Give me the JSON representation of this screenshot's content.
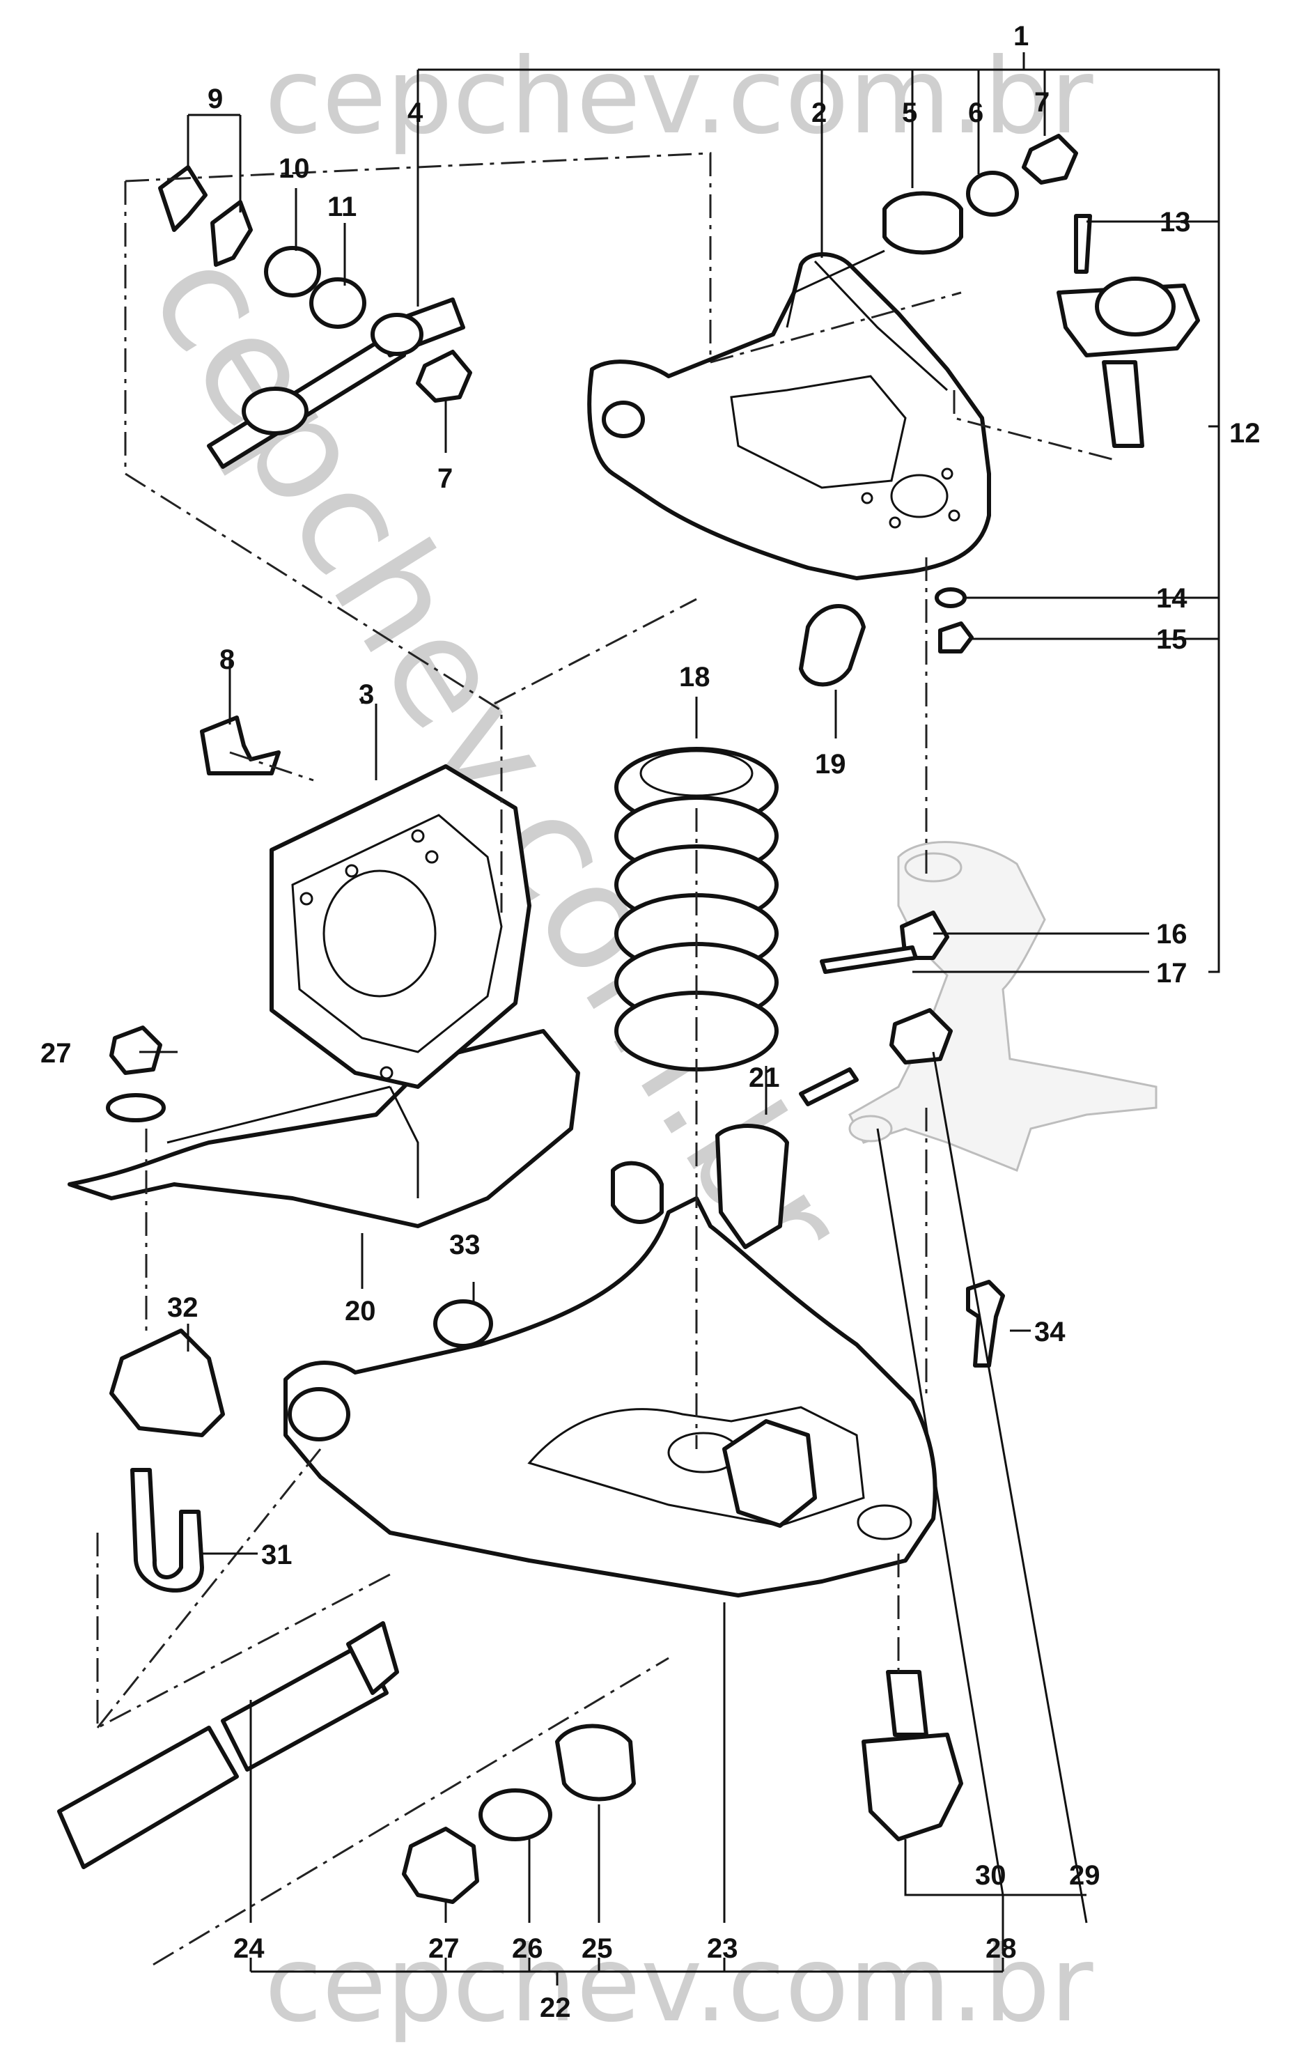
{
  "watermark": {
    "text": "cepchev.com.br",
    "color": "#cfcfcf"
  },
  "callouts": [
    {
      "id": "1",
      "text": "1"
    },
    {
      "id": "2",
      "text": "2"
    },
    {
      "id": "3",
      "text": "3"
    },
    {
      "id": "4",
      "text": "4"
    },
    {
      "id": "5",
      "text": "5"
    },
    {
      "id": "6",
      "text": "6"
    },
    {
      "id": "7a",
      "text": "7"
    },
    {
      "id": "7b",
      "text": "7"
    },
    {
      "id": "8",
      "text": "8"
    },
    {
      "id": "9",
      "text": "9"
    },
    {
      "id": "10",
      "text": "10"
    },
    {
      "id": "11",
      "text": "11"
    },
    {
      "id": "12",
      "text": "12"
    },
    {
      "id": "13",
      "text": "13"
    },
    {
      "id": "14",
      "text": "14"
    },
    {
      "id": "15",
      "text": "15"
    },
    {
      "id": "16",
      "text": "16"
    },
    {
      "id": "17",
      "text": "17"
    },
    {
      "id": "18",
      "text": "18"
    },
    {
      "id": "19",
      "text": "19"
    },
    {
      "id": "20",
      "text": "20"
    },
    {
      "id": "21",
      "text": "21"
    },
    {
      "id": "22",
      "text": "22"
    },
    {
      "id": "23",
      "text": "23"
    },
    {
      "id": "24",
      "text": "24"
    },
    {
      "id": "25",
      "text": "25"
    },
    {
      "id": "26",
      "text": "26"
    },
    {
      "id": "27a",
      "text": "27"
    },
    {
      "id": "27b",
      "text": "27"
    },
    {
      "id": "28",
      "text": "28"
    },
    {
      "id": "29",
      "text": "29"
    },
    {
      "id": "30",
      "text": "30"
    },
    {
      "id": "31",
      "text": "31"
    },
    {
      "id": "32",
      "text": "32"
    },
    {
      "id": "33",
      "text": "33"
    },
    {
      "id": "34",
      "text": "34"
    }
  ]
}
